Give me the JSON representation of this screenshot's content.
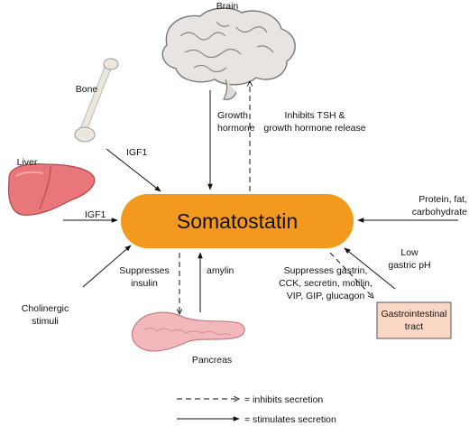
{
  "center": {
    "label": "Somatostatin",
    "fill": "#f39a1e"
  },
  "organs": {
    "brain": "Brain",
    "bone": "Bone",
    "liver": "Liver",
    "pancreas": "Pancreas",
    "gi_tract": [
      "Gastrointestinal",
      "tract"
    ]
  },
  "inputs": {
    "growth_hormone": [
      "Growth",
      "hormone"
    ],
    "bone_igf1": "IGF1",
    "liver_igf1": "IGF1",
    "nutrients": [
      "Protein, fat,",
      "carbohydrate"
    ],
    "gastric_ph": [
      "Low",
      "gastric pH"
    ],
    "cholinergic": [
      "Cholinergic",
      "stimuli"
    ],
    "amylin": "amylin"
  },
  "effects": {
    "brain": [
      "Inhibits TSH &",
      "growth hormone release"
    ],
    "insulin": [
      "Suppresses",
      "insulin"
    ],
    "gi": [
      "Suppresses gastrin,",
      "CCK, secretin, motilin,",
      "VIP, GIP, glucagon"
    ]
  },
  "legend": {
    "inhibits": "= inhibits secretion",
    "stimulates": "= stimulates secretion"
  },
  "colors": {
    "center_fill": "#f39a1e",
    "gi_box_fill": "#fad7c4",
    "liver_fill": "#e8767a",
    "brain_fill": "#e8e4e2",
    "pancreas_fill": "#f2b8bc",
    "bone_fill": "#ece6dc"
  }
}
